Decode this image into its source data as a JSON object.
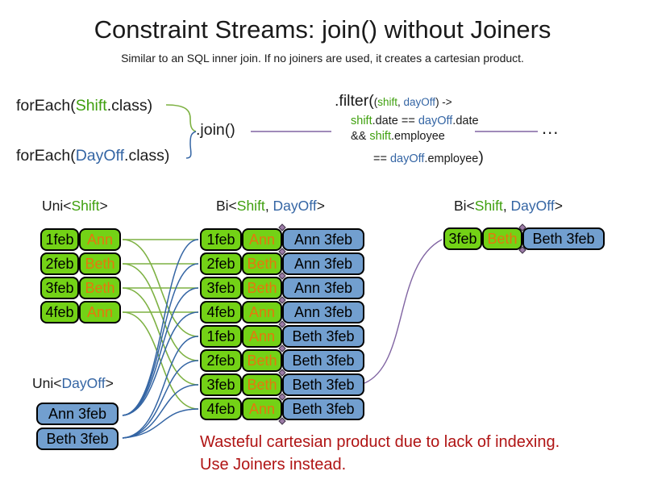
{
  "title": "Constraint Streams: join() without Joiners",
  "subtitle": "Similar to an SQL inner join. If no joiners are used, it creates a cartesian product.",
  "colors": {
    "box_green": "#73d216",
    "box_blue": "#729fcf",
    "name_orange": "#e5770e",
    "code_green": "#3fa00e",
    "code_blue": "#3465a4",
    "line_green": "#7db142",
    "line_blue": "#3465a4",
    "line_purple": "#8064a2",
    "warning_red": "#b01414",
    "ink": "#1a1a1a"
  },
  "code": {
    "foreach_shift": {
      "prefix": "forEach(",
      "cls": "Shift",
      "suffix": ".class)"
    },
    "foreach_dayoff": {
      "prefix": "forEach(",
      "cls": "DayOff",
      "suffix": ".class)"
    },
    "join_label": ".join()",
    "filter": {
      "head": ".filter(",
      "args_open": "(",
      "arg_shift": "shift",
      "args_sep": ", ",
      "arg_dayoff": "dayOff",
      "args_close": ") ->",
      "l2_shift": "shift",
      "l2_mid": ".date == ",
      "l2_dayoff": "dayOff",
      "l2_end": ".date",
      "l3_and": "&& ",
      "l3_shift": "shift",
      "l3_end": ".employee",
      "l4_eq": "== ",
      "l4_dayoff": "dayOff",
      "l4_end": ".employee",
      "l4_close": ")"
    },
    "ellipsis": "..."
  },
  "labels": {
    "uni_shift": {
      "pre": "Uni<",
      "shift": "Shift",
      "post": ">"
    },
    "bi_mid": {
      "pre": "Bi<",
      "shift": "Shift",
      "sep": ", ",
      "dayoff": "DayOff",
      "post": ">"
    },
    "bi_right": {
      "pre": "Bi<",
      "shift": "Shift",
      "sep": ", ",
      "dayoff": "DayOff",
      "post": ">"
    },
    "uni_dayoff": {
      "pre": "Uni<",
      "dayoff": "DayOff",
      "post": ">"
    }
  },
  "shift_rows": [
    {
      "date": "1feb",
      "name": "Ann"
    },
    {
      "date": "2feb",
      "name": "Beth"
    },
    {
      "date": "3feb",
      "name": "Beth"
    },
    {
      "date": "4feb",
      "name": "Ann"
    }
  ],
  "bi_rows": [
    {
      "date": "1feb",
      "name": "Ann",
      "dayoff": "Ann 3feb"
    },
    {
      "date": "2feb",
      "name": "Beth",
      "dayoff": "Ann 3feb"
    },
    {
      "date": "3feb",
      "name": "Beth",
      "dayoff": "Ann 3feb"
    },
    {
      "date": "4feb",
      "name": "Ann",
      "dayoff": "Ann 3feb"
    },
    {
      "date": "1feb",
      "name": "Ann",
      "dayoff": "Beth 3feb"
    },
    {
      "date": "2feb",
      "name": "Beth",
      "dayoff": "Beth 3feb"
    },
    {
      "date": "3feb",
      "name": "Beth",
      "dayoff": "Beth 3feb"
    },
    {
      "date": "4feb",
      "name": "Ann",
      "dayoff": "Beth 3feb"
    }
  ],
  "bi_right_row": {
    "date": "3feb",
    "name": "Beth",
    "dayoff": "Beth 3feb"
  },
  "dayoff_rows": [
    {
      "label": "Ann 3feb"
    },
    {
      "label": "Beth 3feb"
    }
  ],
  "warning": {
    "line1": "Wasteful cartesian product due to lack of indexing.",
    "line2": "Use Joiners instead."
  }
}
